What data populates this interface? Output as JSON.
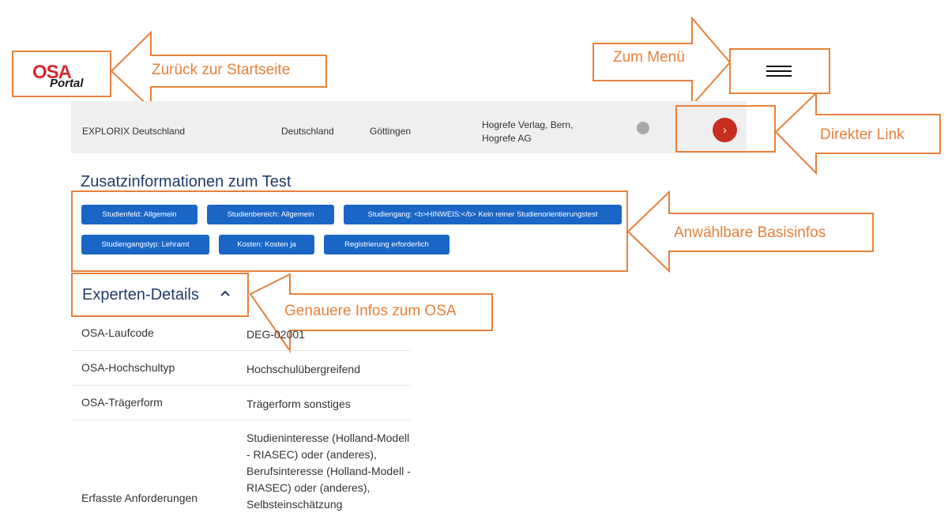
{
  "logo": {
    "osa": "OSA",
    "portal": "Portal"
  },
  "menu": {
    "icon": "hamburger-icon"
  },
  "result_row": {
    "name": "EXPLORIX Deutschland",
    "country": "Deutschland",
    "city": "Göttingen",
    "publisher": "Hogrefe Verlag, Bern, Hogrefe AG",
    "link_symbol": "›"
  },
  "zusatz": {
    "title": "Zusatzinformationen zum Test",
    "tags": [
      "Studienfeld: Allgemein",
      "Studienbereich: Allgemein",
      "Studiengang: <b>HINWEIS:</b> Kein reiner Studienorientierungstest",
      "Studiengangstyp: Lehramt",
      "Kosten: Kosten ja",
      "Registrierung erforderlich"
    ]
  },
  "experten": {
    "title": "Experten-Details",
    "rows": [
      {
        "label": "OSA-Laufcode",
        "value": "DEG-02001"
      },
      {
        "label": "OSA-Hochschultyp",
        "value": "Hochschulübergreifend"
      },
      {
        "label": "OSA-Trägerform",
        "value": "Trägerform sonstiges"
      },
      {
        "label": "Erfasste Anforderungen",
        "value": "Studieninteresse (Holland-Modell - RIASEC) oder (anderes), Berufsinteresse (Holland-Modell - RIASEC) oder (anderes), Selbsteinschätzung"
      }
    ]
  },
  "annotations": {
    "home": "Zurück zur Startseite",
    "menu": "Zum Menü",
    "direct_link": "Direkter Link",
    "basis": "Anwählbare Basisinfos",
    "osa_info": "Genauere Infos zum OSA"
  },
  "colors": {
    "annotation": "#e8803a",
    "tag": "#1a66c7",
    "link_button": "#c62e22",
    "heading": "#1f3d68"
  }
}
